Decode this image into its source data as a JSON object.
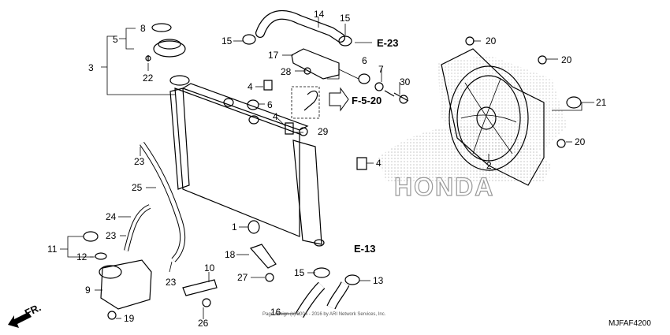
{
  "diagram": {
    "code": "MJFAF4200",
    "copyright": "Page design (c) 2004 - 2016 by ARI Network Services, Inc.",
    "watermark_brand": "HONDA",
    "direction_label": "FR.",
    "refs": [
      {
        "id": "e23",
        "text": "E-23"
      },
      {
        "id": "f520",
        "text": "F-5-20"
      },
      {
        "id": "e13",
        "text": "E-13"
      }
    ],
    "callouts": [
      {
        "id": "c8",
        "text": "8"
      },
      {
        "id": "c5",
        "text": "5"
      },
      {
        "id": "c3",
        "text": "3"
      },
      {
        "id": "c22",
        "text": "22"
      },
      {
        "id": "c15a",
        "text": "15"
      },
      {
        "id": "c14",
        "text": "14"
      },
      {
        "id": "c15b",
        "text": "15"
      },
      {
        "id": "c20a",
        "text": "20"
      },
      {
        "id": "c20b",
        "text": "20"
      },
      {
        "id": "c17",
        "text": "17"
      },
      {
        "id": "c28",
        "text": "28"
      },
      {
        "id": "c6a",
        "text": "6"
      },
      {
        "id": "c7",
        "text": "7"
      },
      {
        "id": "c30",
        "text": "30"
      },
      {
        "id": "c4a",
        "text": "4"
      },
      {
        "id": "c6b",
        "text": "6"
      },
      {
        "id": "c4b",
        "text": "4"
      },
      {
        "id": "c29",
        "text": "29"
      },
      {
        "id": "c21",
        "text": "21"
      },
      {
        "id": "c20c",
        "text": "20"
      },
      {
        "id": "c23a",
        "text": "23"
      },
      {
        "id": "c4c",
        "text": "4"
      },
      {
        "id": "c2",
        "text": "2"
      },
      {
        "id": "c25",
        "text": "25"
      },
      {
        "id": "c24",
        "text": "24"
      },
      {
        "id": "c1",
        "text": "1"
      },
      {
        "id": "c23b",
        "text": "23"
      },
      {
        "id": "c11",
        "text": "11"
      },
      {
        "id": "c12",
        "text": "12"
      },
      {
        "id": "c18",
        "text": "18"
      },
      {
        "id": "c10",
        "text": "10"
      },
      {
        "id": "c15c",
        "text": "15"
      },
      {
        "id": "c13",
        "text": "13"
      },
      {
        "id": "c27",
        "text": "27"
      },
      {
        "id": "c9",
        "text": "9"
      },
      {
        "id": "c23c",
        "text": "23"
      },
      {
        "id": "c19",
        "text": "19"
      },
      {
        "id": "c26",
        "text": "26"
      },
      {
        "id": "c16",
        "text": "16"
      }
    ]
  }
}
